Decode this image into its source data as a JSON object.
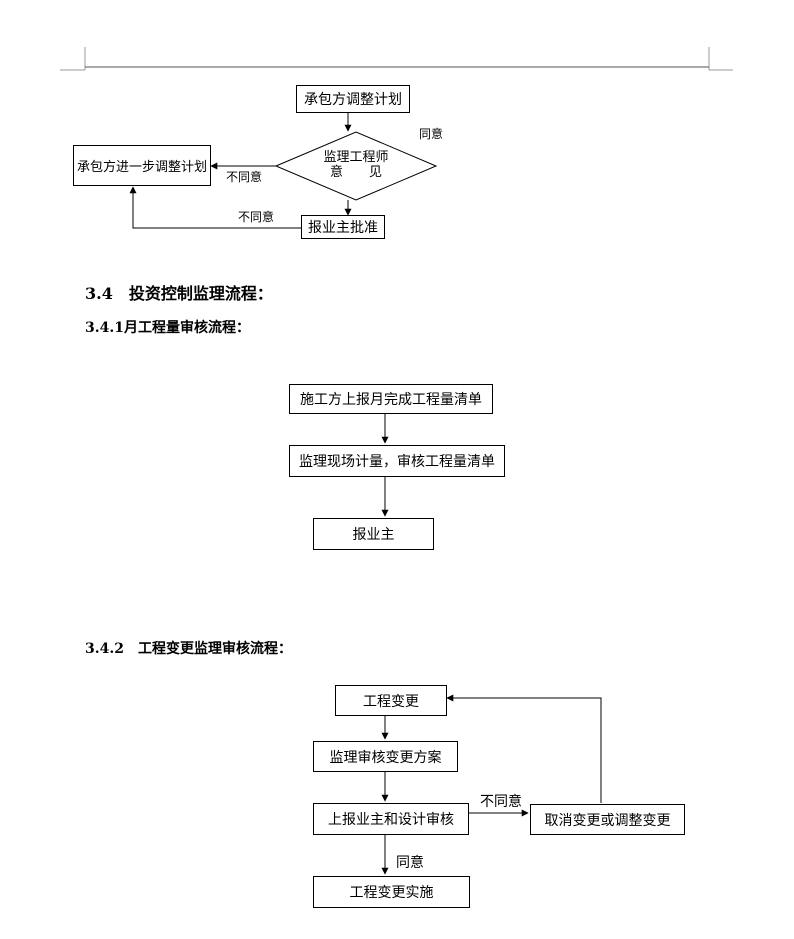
{
  "flow1": {
    "box_top": "承包方调整计划",
    "diamond_line1": "监理工程师",
    "diamond_line2": "意　　见",
    "box_left": "承包方进一步调整计划",
    "box_bottom": "报业主批准",
    "label_agree": "同意",
    "label_disagree_1": "不同意",
    "label_disagree_2": "不同意"
  },
  "section": {
    "heading_34": "3.4　投资控制监理流程：",
    "heading_341": "3.4.1月工程量审核流程：",
    "heading_342": "3.4.2　工程变更监理审核流程："
  },
  "flow2": {
    "step1": "施工方上报月完成工程量清单",
    "step2": "监理现场计量，审核工程量清单",
    "step3": "报业主"
  },
  "flow3": {
    "step1": "工程变更",
    "step2": "监理审核变更方案",
    "step3": "上报业主和设计审核",
    "step4": "工程变更实施",
    "side": "取消变更或调整变更",
    "label_disagree": "不同意",
    "label_agree": "同意"
  }
}
